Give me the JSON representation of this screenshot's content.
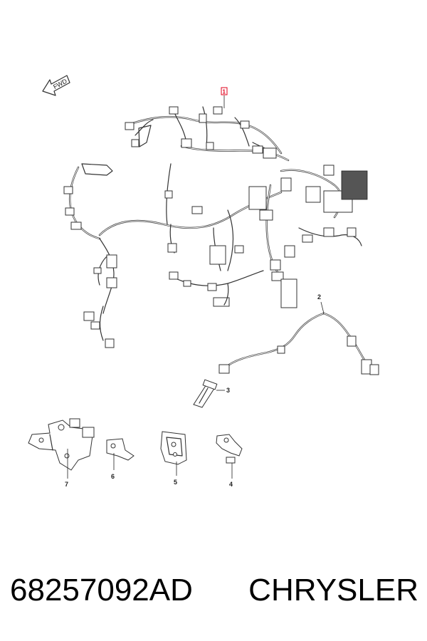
{
  "direction_marker": {
    "label": "FWD"
  },
  "callouts": [
    "1",
    "2",
    "3",
    "4",
    "5",
    "6",
    "7"
  ],
  "footer": {
    "part_number": "68257092AD",
    "brand": "CHRYSLER"
  },
  "highlight_color": "#e0001b"
}
